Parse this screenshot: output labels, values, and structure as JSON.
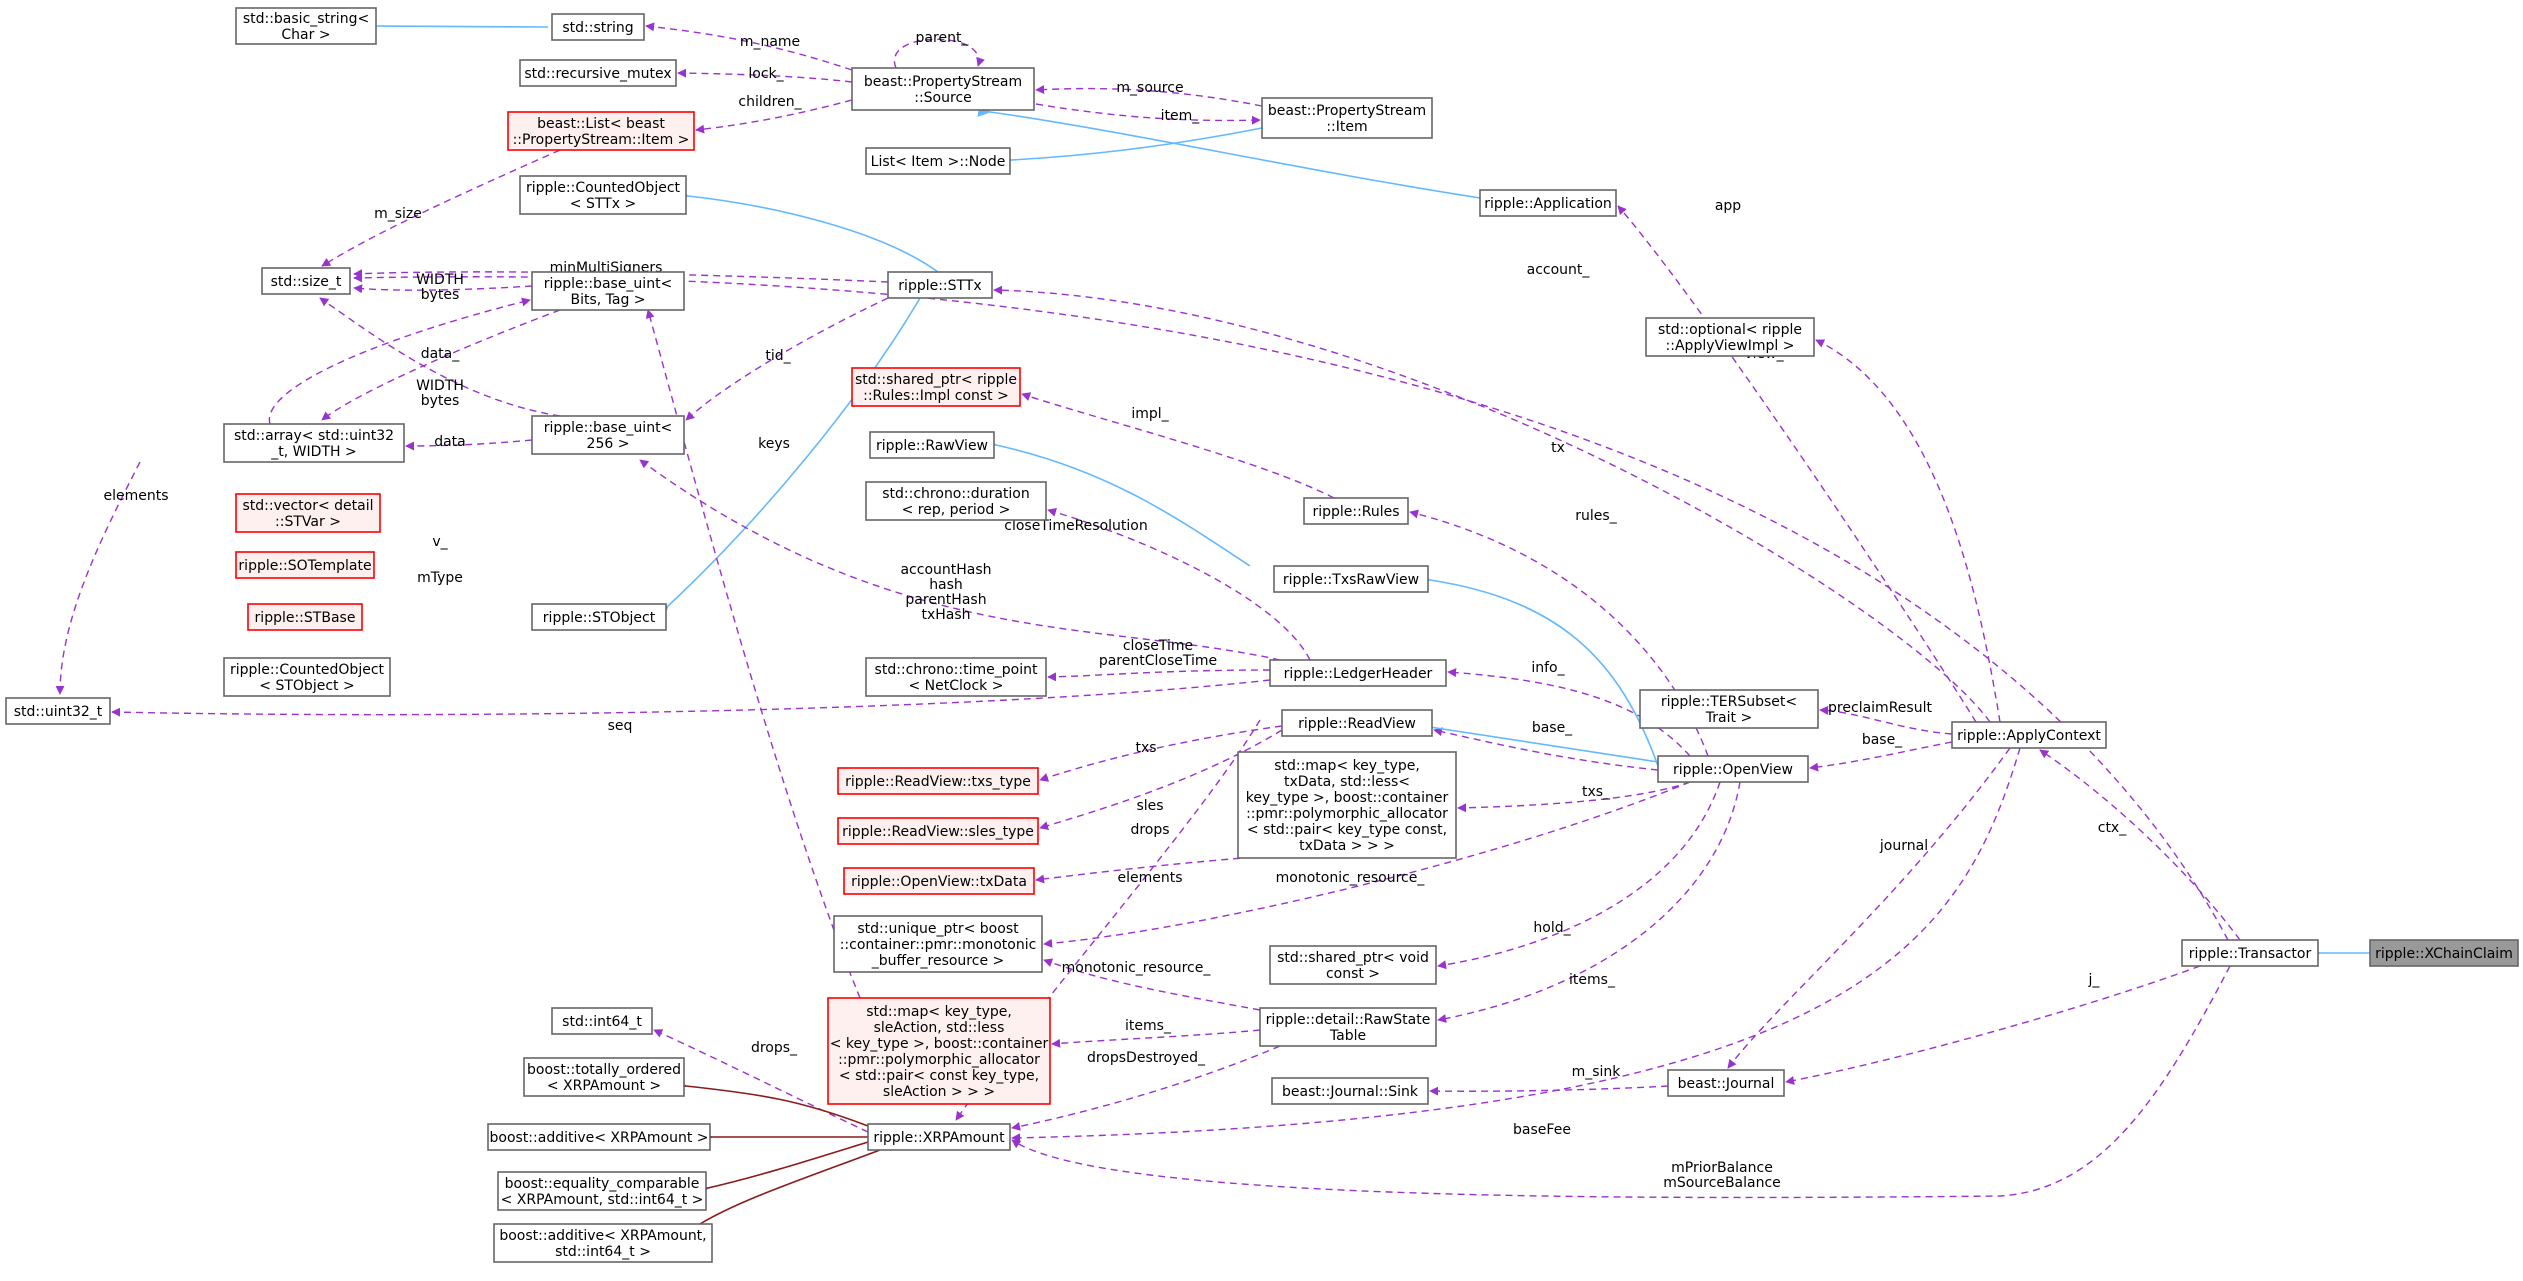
{
  "colors": {
    "usage_edge": "#9a32cd",
    "inherit_edge": "#63b8ff",
    "template_edge": "#8b1a1a",
    "node_border": "#666666",
    "incomplete_border": "#ff0000",
    "focus_fill": "#999999"
  },
  "nodes": {
    "basic_string": [
      "std::basic_string<",
      "Char >"
    ],
    "std_string": [
      "std::string"
    ],
    "recursive_mutex": [
      "std::recursive_mutex"
    ],
    "beast_list": [
      "beast::List< beast",
      "::PropertyStream::Item >"
    ],
    "property_source": [
      "beast::PropertyStream",
      "::Source"
    ],
    "property_item": [
      "beast::PropertyStream",
      "::Item"
    ],
    "list_item_node": [
      "List< Item >::Node"
    ],
    "counted_sttx": [
      "ripple::CountedObject",
      "< STTx >"
    ],
    "size_t": [
      "std::size_t"
    ],
    "base_uint_bits": [
      "ripple::base_uint<",
      "Bits, Tag >"
    ],
    "sttx": [
      "ripple::STTx"
    ],
    "application": [
      "ripple::Application"
    ],
    "optional_applyview": [
      "std::optional< ripple",
      "::ApplyViewImpl >"
    ],
    "shared_rules_impl": [
      "std::shared_ptr< ripple",
      "::Rules::Impl const >"
    ],
    "array_uint32": [
      "std::array< std::uint32",
      "_t, WIDTH >"
    ],
    "base_uint_256": [
      "ripple::base_uint<",
      "256 >"
    ],
    "rawview": [
      "ripple::RawView"
    ],
    "duration": [
      "std::chrono::duration",
      "< rep, period >"
    ],
    "rules": [
      "ripple::Rules"
    ],
    "vector_stvar": [
      "std::vector< detail",
      "::STVar >"
    ],
    "sotemplate": [
      "ripple::SOTemplate"
    ],
    "stbase": [
      "ripple::STBase"
    ],
    "stobject": [
      "ripple::STObject"
    ],
    "txsrawview": [
      "ripple::TxsRawView"
    ],
    "counted_stobject": [
      "ripple::CountedObject",
      "< STObject >"
    ],
    "time_point": [
      "std::chrono::time_point",
      "< NetClock >"
    ],
    "ledgerheader": [
      "ripple::LedgerHeader"
    ],
    "uint32_t": [
      "std::uint32_t"
    ],
    "tersubset": [
      "ripple::TERSubset<",
      "Trait >"
    ],
    "readview": [
      "ripple::ReadView"
    ],
    "applycontext": [
      "ripple::ApplyContext"
    ],
    "openview": [
      "ripple::OpenView"
    ],
    "txs_type": [
      "ripple::ReadView::txs_type"
    ],
    "map_txdata": [
      "std::map< key_type,",
      "txData, std::less<",
      "key_type >, boost::container",
      "::pmr::polymorphic_allocator",
      "< std::pair< key_type const,",
      "txData > > >"
    ],
    "sles_type": [
      "ripple::ReadView::sles_type"
    ],
    "txdata": [
      "ripple::OpenView::txData"
    ],
    "unique_ptr_monotonic": [
      "std::unique_ptr< boost",
      "::container::pmr::monotonic",
      "_buffer_resource >"
    ],
    "shared_void": [
      "std::shared_ptr< void",
      "const >"
    ],
    "transactor": [
      "ripple::Transactor"
    ],
    "xchainclaim": [
      "ripple::XChainClaim"
    ],
    "int64_t": [
      "std::int64_t"
    ],
    "map_sleaction": [
      "std::map< key_type,",
      "sleAction, std::less",
      "< key_type >, boost::container",
      "::pmr::polymorphic_allocator",
      "< std::pair< const key_type,",
      "sleAction > > >"
    ],
    "rawstatetable": [
      "ripple::detail::RawState",
      "Table"
    ],
    "totally_ordered": [
      "boost::totally_ordered",
      "< XRPAmount >"
    ],
    "journal_sink": [
      "beast::Journal::Sink"
    ],
    "journal": [
      "beast::Journal"
    ],
    "additive": [
      "boost::additive< XRPAmount >"
    ],
    "xrpamount": [
      "ripple::XRPAmount"
    ],
    "equality_comparable": [
      "boost::equality_comparable",
      "< XRPAmount, std::int64_t >"
    ],
    "additive_int64": [
      "boost::additive< XRPAmount,",
      "std::int64_t >"
    ]
  },
  "edge_labels": {
    "m_name": [
      "m_name"
    ],
    "parent": [
      "parent_"
    ],
    "lock": [
      "lock_"
    ],
    "children": [
      "children_"
    ],
    "m_source": [
      "m_source"
    ],
    "item": [
      "item_"
    ],
    "m_size": [
      "m_size"
    ],
    "app": [
      "app"
    ],
    "account": [
      "account_"
    ],
    "minmultisigners": [
      "minMultiSigners"
    ],
    "width_bytes_1": [
      "WIDTH",
      "bytes"
    ],
    "view": [
      "view_"
    ],
    "data_1": [
      "data_"
    ],
    "tid": [
      "tid_"
    ],
    "impl": [
      "impl_"
    ],
    "width_bytes_2": [
      "WIDTH",
      "bytes"
    ],
    "data_2": [
      "data"
    ],
    "keys": [
      "keys"
    ],
    "elements_left": [
      "elements"
    ],
    "tx": [
      "tx"
    ],
    "closetimeresolution": [
      "closeTimeResolution"
    ],
    "v": [
      "v_"
    ],
    "rules": [
      "rules_"
    ],
    "mtype": [
      "mType"
    ],
    "hashes": [
      "accountHash",
      "hash",
      "parentHash",
      "txHash"
    ],
    "closetime": [
      "closeTime",
      "parentCloseTime"
    ],
    "info": [
      "info_"
    ],
    "preclaimresult": [
      "preclaimResult"
    ],
    "seq": [
      "seq"
    ],
    "base_openview": [
      "base_"
    ],
    "base_apply": [
      "base_"
    ],
    "txs": [
      "txs"
    ],
    "txs_map": [
      "txs_"
    ],
    "sles": [
      "sles"
    ],
    "drops_mid": [
      "drops"
    ],
    "journal": [
      "journal"
    ],
    "ctx": [
      "ctx_"
    ],
    "elements_mid": [
      "elements"
    ],
    "monotonic_resource_1": [
      "monotonic_resource_"
    ],
    "hold": [
      "hold_"
    ],
    "monotonic_resource_2": [
      "monotonic_resource_"
    ],
    "items_openview": [
      "items_"
    ],
    "items_raw": [
      "items_"
    ],
    "j": [
      "j_"
    ],
    "drops_left": [
      "drops_"
    ],
    "dropsdestroyed": [
      "dropsDestroyed_"
    ],
    "m_sink": [
      "m_sink"
    ],
    "basefee": [
      "baseFee"
    ],
    "balances": [
      "mPriorBalance",
      "mSourceBalance"
    ]
  }
}
